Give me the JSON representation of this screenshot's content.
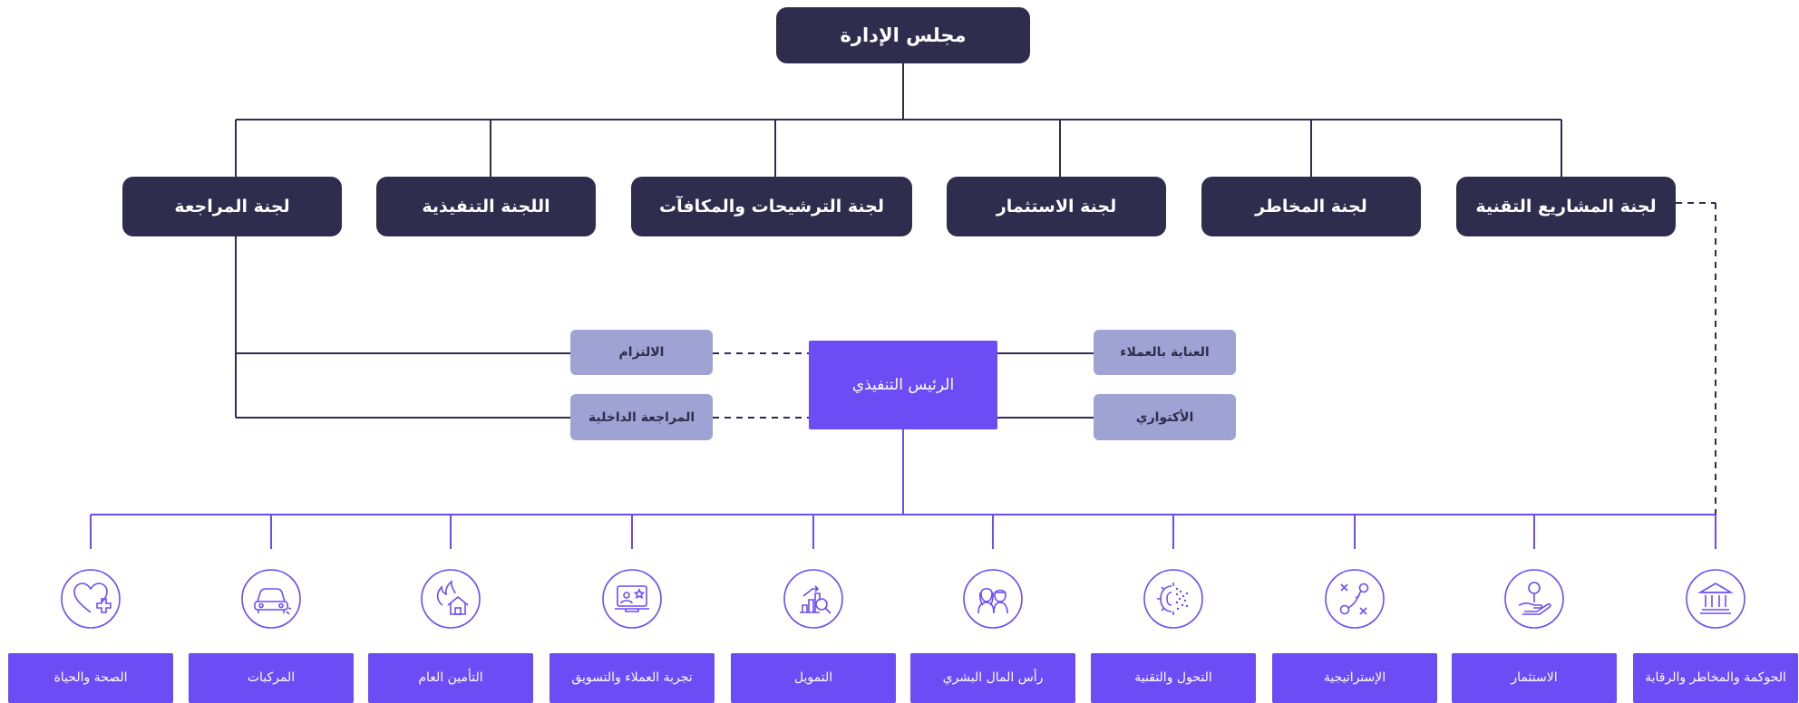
{
  "board": {
    "label": "مجلس الإدارة"
  },
  "committees": [
    {
      "id": "tech-projects",
      "label": "لجنة المشاريع التقنية"
    },
    {
      "id": "risk",
      "label": "لجنة المخاطر"
    },
    {
      "id": "investment",
      "label": "لجنة الاستثمار"
    },
    {
      "id": "nominations",
      "label": "لجنة الترشيحات والمكافآت"
    },
    {
      "id": "executive",
      "label": "اللجنة التنفيذية"
    },
    {
      "id": "audit",
      "label": "لجنة المراجعة"
    }
  ],
  "ceo": {
    "label": "الرئيس التنفيذي"
  },
  "support_left": [
    {
      "id": "compliance",
      "label": "الالتزام"
    },
    {
      "id": "internal-audit",
      "label": "المراجعة الداخلية"
    }
  ],
  "support_right": [
    {
      "id": "customer-care",
      "label": "العناية بالعملاء"
    },
    {
      "id": "actuarial",
      "label": "الأكتواري"
    }
  ],
  "departments": [
    {
      "id": "health-life",
      "label": "الصحة والحياة",
      "icon": "heart-plus-icon"
    },
    {
      "id": "motor",
      "label": "المركبات",
      "icon": "car-icon"
    },
    {
      "id": "general-insurance",
      "label": "التأمين العام",
      "icon": "house-fire-icon"
    },
    {
      "id": "cx-marketing",
      "label": "تجربة العملاء والتسويق",
      "icon": "screen-star-icon"
    },
    {
      "id": "finance",
      "label": "التمويل",
      "icon": "chart-magnifier-icon"
    },
    {
      "id": "human-capital",
      "label": "رأس المال البشري",
      "icon": "people-icon"
    },
    {
      "id": "transformation-tech",
      "label": "التحول والتقنية",
      "icon": "gear-digital-icon"
    },
    {
      "id": "strategy",
      "label": "الإستراتيجية",
      "icon": "strategy-icon"
    },
    {
      "id": "investment-dept",
      "label": "الاستثمار",
      "icon": "hand-plant-icon"
    },
    {
      "id": "governance",
      "label": "الحوكمة والمخاطر والرقابة",
      "icon": "bank-building-icon"
    }
  ],
  "colors": {
    "dark_box": "#2f2d4d",
    "light_box": "#9fa3d4",
    "purple": "#6c4cf5",
    "line_dark": "#2f2d4d"
  }
}
